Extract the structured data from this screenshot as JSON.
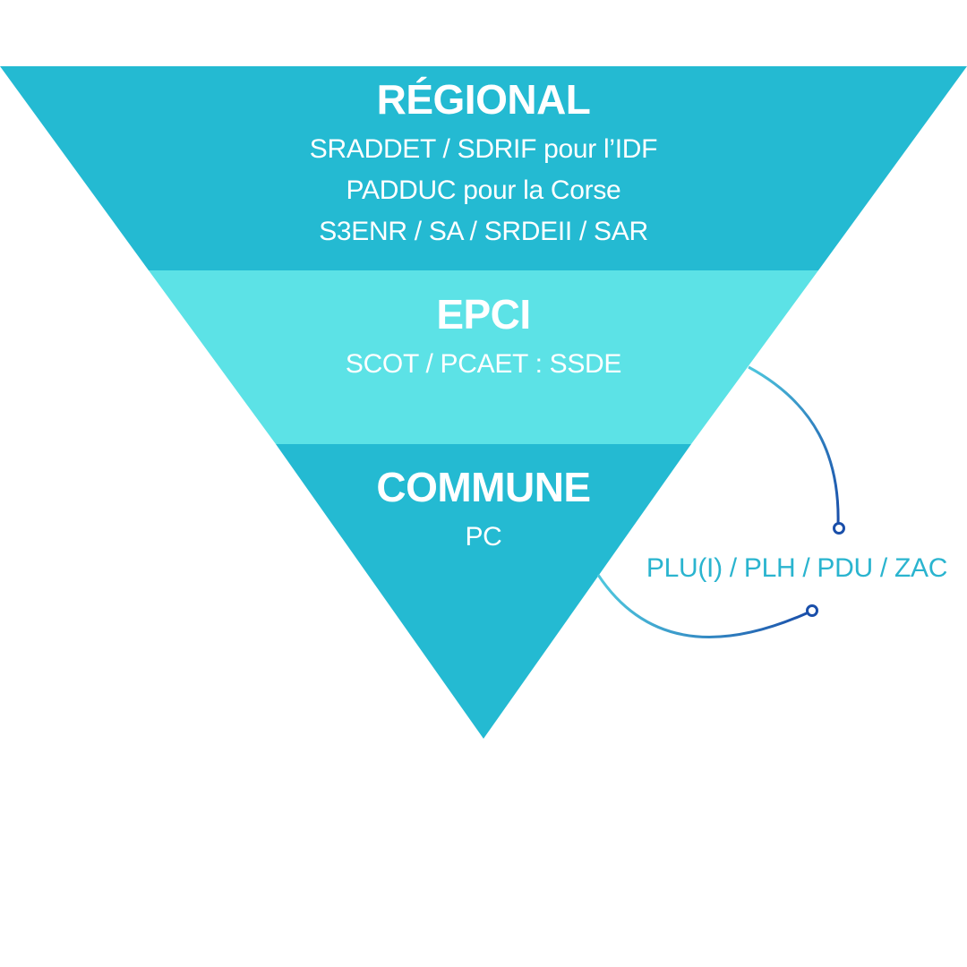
{
  "pyramid": {
    "levels": [
      {
        "title": "RÉGIONAL",
        "lines": [
          "SRADDET / SDRIF pour l’IDF",
          "PADDUC pour la Corse",
          "S3ENR / SA / SRDEII / SAR"
        ],
        "color": "#24BAD2"
      },
      {
        "title": "EPCI",
        "lines": [
          "SCOT / PCAET : SSDE"
        ],
        "color": "#5CE2E6"
      },
      {
        "title": "COMMUNE",
        "lines": [
          "PC"
        ],
        "color": "#24BAD2"
      }
    ]
  },
  "side_annotation": {
    "text": "PLU(I) / PLH / PDU / ZAC",
    "text_color": "#2AB4CF",
    "connector_color_start": "#4FC8DE",
    "connector_color_end": "#1A4FAA"
  }
}
